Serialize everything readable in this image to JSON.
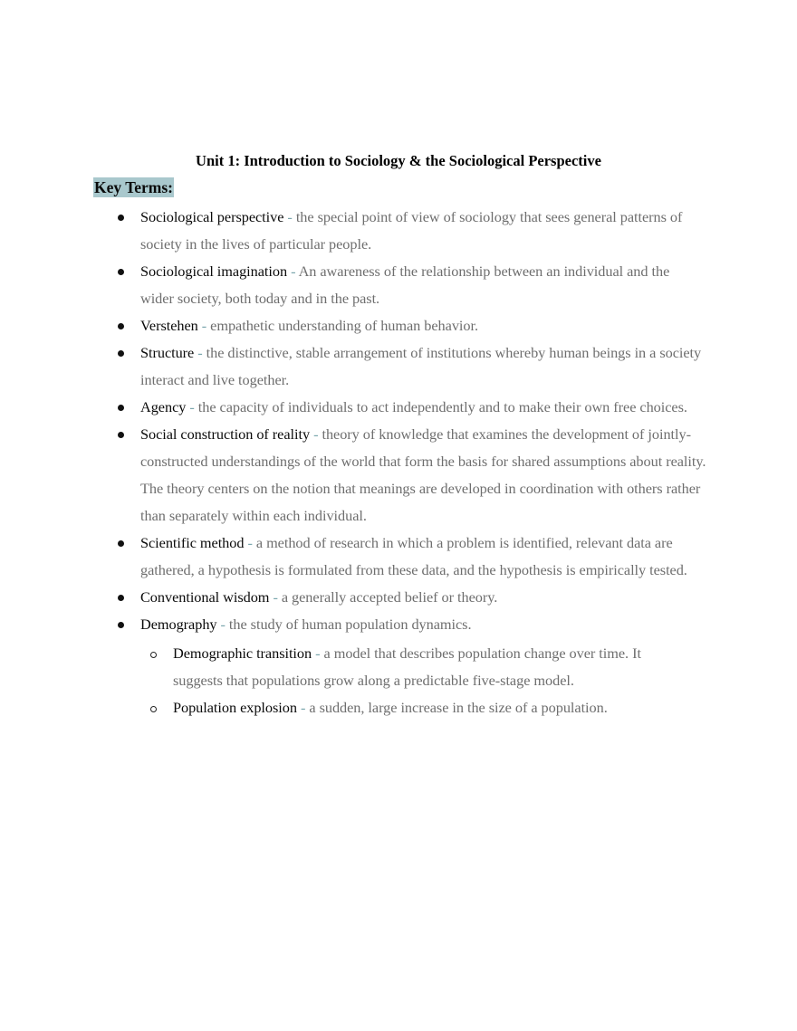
{
  "document": {
    "title": "Unit 1: Introduction to Sociology & the Sociological Perspective",
    "section_heading": "Key Terms:",
    "separator": " - ",
    "colors": {
      "term": "#0a0a0a",
      "definition": "#6e6e6e",
      "separator": "#7aa6ad",
      "heading_highlight": "#a9c8cd"
    },
    "terms": [
      {
        "term": "Sociological perspective",
        "definition": "the special point of view of sociology that sees general patterns of society in the lives of particular people."
      },
      {
        "term": "Sociological imagination",
        "definition": "An awareness of the relationship between an individual and the wider society, both today and in the past."
      },
      {
        "term": "Verstehen",
        "definition": "empathetic understanding of human behavior."
      },
      {
        "term": "Structure",
        "definition": "the distinctive, stable arrangement of institutions whereby human beings in a society interact and live together."
      },
      {
        "term": "Agency",
        "definition": "the capacity of individuals to act independently and to make their own free choices."
      },
      {
        "term": "Social construction of reality",
        "definition": "theory of knowledge that examines the development of jointly-constructed understandings of the world that form the basis for shared assumptions about reality. The theory centers on the notion that meanings are developed in coordination with others rather than separately within each individual."
      },
      {
        "term": "Scientific method",
        "definition": "a method of research in which a problem is identified, relevant data are gathered, a hypothesis is formulated from these data, and the hypothesis is empirically tested."
      },
      {
        "term": "Conventional wisdom",
        "definition": "a generally accepted belief or theory."
      },
      {
        "term": "Demography",
        "definition": "the study of human population dynamics.",
        "subterms": [
          {
            "term": "Demographic transition",
            "definition": "a model that describes population change over time. It suggests that populations grow along a predictable five-stage model."
          },
          {
            "term": "Population explosion",
            "definition": "a sudden, large increase in the size of a population."
          }
        ]
      }
    ]
  }
}
